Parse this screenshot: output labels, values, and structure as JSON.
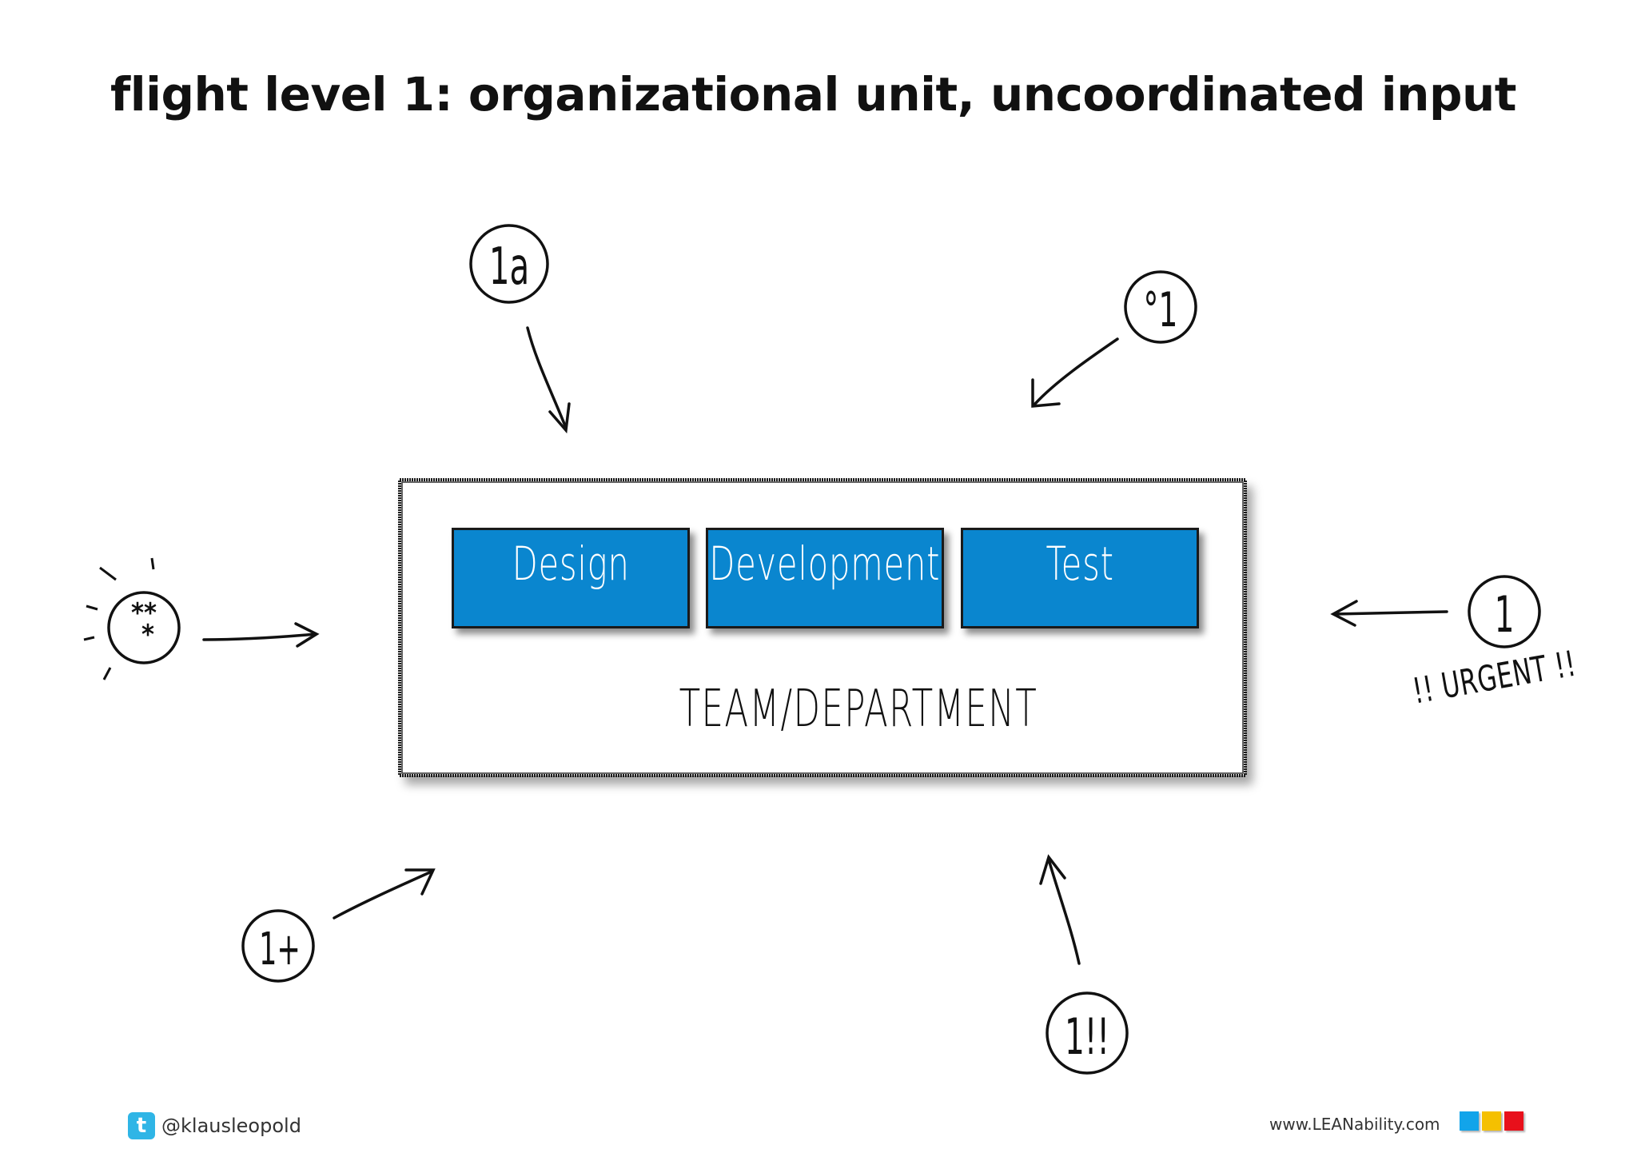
{
  "title": "flight level 1: organizational unit, uncoordinated input",
  "process_steps": [
    "Design",
    "Development",
    "Test"
  ],
  "container_label": "TEAM/DEPARTMENT",
  "inputs": {
    "top_left": "1a",
    "top_right": "°1",
    "left": "**\n*",
    "right": "1",
    "bottom_left": "1+",
    "bottom_right": "1!!"
  },
  "urgent_note": "!! URGENT !!",
  "footer": {
    "twitter_handle": "@klausleopold",
    "website": "www.LEANability.com"
  },
  "colors": {
    "process_box": "#0a86cf",
    "logo": [
      "#12a4ea",
      "#f5c000",
      "#e8101b"
    ]
  }
}
